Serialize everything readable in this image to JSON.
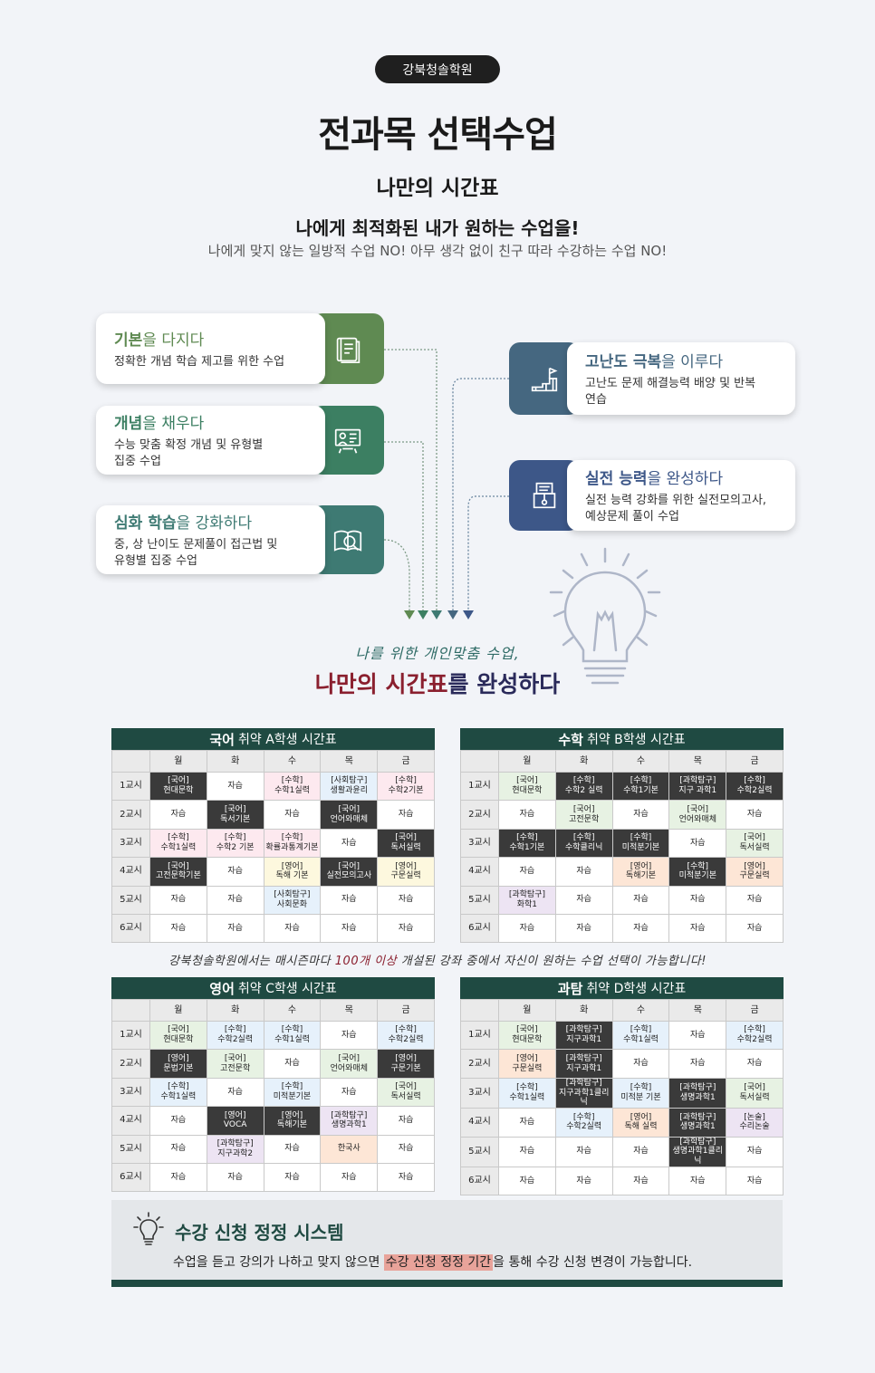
{
  "badge": "강북청솔학원",
  "title": "전과목 선택수업",
  "subtitle": "나만의 시간표",
  "headline": "나에게 최적화된 내가 원하는 수업을!",
  "subline": "나에게 맞지 않는 일방적 수업 NO! 아무 생각 없이 친구 따라 수강하는 수업 NO!",
  "colors": {
    "green1": "#5f8a52",
    "green2": "#3c7f62",
    "teal": "#3e7a73",
    "slate": "#456780",
    "navy": "#3d5788"
  },
  "cards": [
    {
      "bold": "기본",
      "rest": "을 다지다",
      "desc": "정확한 개념 학습 제고를 위한 수업",
      "icon": "book-icon",
      "color": "#5f8a52"
    },
    {
      "bold": "개념",
      "rest": "을 채우다",
      "desc": "수능 맞춤 확정 개념 및 유형별\n집중 수업",
      "icon": "teacher-board-icon",
      "color": "#3c7f62"
    },
    {
      "bold": "심화 학습",
      "rest": "을 강화하다",
      "desc": "중, 상 난이도 문제풀이 접근법 및\n유형별 집중 수업",
      "icon": "study-search-icon",
      "color": "#3e7a73"
    },
    {
      "bold": "고난도 극복",
      "rest": "을 이루다",
      "desc": "고난도 문제 해결능력 배양 및 반복\n연습",
      "icon": "stairs-flag-icon",
      "color": "#456780"
    },
    {
      "bold": "실전 능력",
      "rest": "을 완성하다",
      "desc": "실전 능력 강화를 위한 실전모의고사,\n예상문제 풀이 수업",
      "icon": "exam-paper-icon",
      "color": "#3d5788"
    }
  ],
  "slogan_small": "나를 위한 개인맞춤 수업,",
  "slogan_big_red": "나만의 시간표",
  "slogan_big_rest": "를 완성하다",
  "note": {
    "before": "강북청솔학원에서는 매시즌마다 ",
    "highlight": "100개 이상",
    "after": " 개설된 강좌 중에서 자신이 원하는 수업 선택이 가능합니다!"
  },
  "days": [
    "월",
    "화",
    "수",
    "목",
    "금"
  ],
  "periods": [
    "1교시",
    "2교시",
    "3교시",
    "4교시",
    "5교시",
    "6교시"
  ],
  "timetables": [
    {
      "subject": "국어",
      "title": "취약 A학생 시간표",
      "rows": [
        [
          [
            "[국어]\n현대문학",
            "dark"
          ],
          [
            "자습",
            ""
          ],
          [
            "[수학]\n수학1실력",
            "pink"
          ],
          [
            "[사회탐구]\n생활과윤리",
            "blue"
          ],
          [
            "[수학]\n수학2기본",
            "pink"
          ]
        ],
        [
          [
            "자습",
            ""
          ],
          [
            "[국어]\n독서기본",
            "dark"
          ],
          [
            "자습",
            ""
          ],
          [
            "[국어]\n언어와매체",
            "dark"
          ],
          [
            "자습",
            ""
          ]
        ],
        [
          [
            "[수학]\n수학1실력",
            "pink"
          ],
          [
            "[수학]\n수학2 기본",
            "pink"
          ],
          [
            "[수학]\n확률과통계기본",
            "pink"
          ],
          [
            "자습",
            ""
          ],
          [
            "[국어]\n독서실력",
            "dark"
          ]
        ],
        [
          [
            "[국어]\n고전문학기본",
            "dark"
          ],
          [
            "자습",
            ""
          ],
          [
            "[영어]\n독해 기본",
            "yellow"
          ],
          [
            "[국어]\n실전모의고사",
            "dark"
          ],
          [
            "[영어]\n구문실력",
            "yellow"
          ]
        ],
        [
          [
            "자습",
            ""
          ],
          [
            "자습",
            ""
          ],
          [
            "[사회탐구]\n사회문화",
            "blue"
          ],
          [
            "자습",
            ""
          ],
          [
            "자습",
            ""
          ]
        ],
        [
          [
            "자습",
            ""
          ],
          [
            "자습",
            ""
          ],
          [
            "자습",
            ""
          ],
          [
            "자습",
            ""
          ],
          [
            "자습",
            ""
          ]
        ]
      ]
    },
    {
      "subject": "수학",
      "title": "취약 B학생 시간표",
      "rows": [
        [
          [
            "[국어]\n현대문학",
            "green"
          ],
          [
            "[수학]\n수학2 실력",
            "dark"
          ],
          [
            "[수학]\n수학1기본",
            "dark"
          ],
          [
            "[과학탐구]\n지구 과학1",
            "dark"
          ],
          [
            "[수학]\n수학2실력",
            "dark"
          ]
        ],
        [
          [
            "자습",
            ""
          ],
          [
            "[국어]\n고전문학",
            "green"
          ],
          [
            "자습",
            ""
          ],
          [
            "[국어]\n언어와매체",
            "green"
          ],
          [
            "자습",
            ""
          ]
        ],
        [
          [
            "[수학]\n수학1기본",
            "dark"
          ],
          [
            "[수학]\n수학클리닉",
            "dark"
          ],
          [
            "[수학]\n미적분기본",
            "dark"
          ],
          [
            "자습",
            ""
          ],
          [
            "[국어]\n독서실력",
            "green"
          ]
        ],
        [
          [
            "자습",
            ""
          ],
          [
            "자습",
            ""
          ],
          [
            "[영어]\n독해기본",
            "orange"
          ],
          [
            "[수학]\n미적분기본",
            "dark"
          ],
          [
            "[영어]\n구문실력",
            "orange"
          ]
        ],
        [
          [
            "[과학탐구]\n화학1",
            "purple"
          ],
          [
            "자습",
            ""
          ],
          [
            "자습",
            ""
          ],
          [
            "자습",
            ""
          ],
          [
            "자습",
            ""
          ]
        ],
        [
          [
            "자습",
            ""
          ],
          [
            "자습",
            ""
          ],
          [
            "자습",
            ""
          ],
          [
            "자습",
            ""
          ],
          [
            "자습",
            ""
          ]
        ]
      ]
    },
    {
      "subject": "영어",
      "title": "취약 C학생 시간표",
      "rows": [
        [
          [
            "[국어]\n현대문학",
            "green"
          ],
          [
            "[수학]\n수학2실력",
            "blue"
          ],
          [
            "[수학]\n수학1실력",
            "blue"
          ],
          [
            "자습",
            ""
          ],
          [
            "[수학]\n수학2실력",
            "blue"
          ]
        ],
        [
          [
            "[영어]\n문법기본",
            "dark"
          ],
          [
            "[국어]\n고전문학",
            "green"
          ],
          [
            "자습",
            ""
          ],
          [
            "[국어]\n언어와매체",
            "green"
          ],
          [
            "[영어]\n구문기본",
            "dark"
          ]
        ],
        [
          [
            "[수학]\n수학1실력",
            "blue"
          ],
          [
            "자습",
            ""
          ],
          [
            "[수학]\n미적분기본",
            "blue"
          ],
          [
            "자습",
            ""
          ],
          [
            "[국어]\n독서실력",
            "green"
          ]
        ],
        [
          [
            "자습",
            ""
          ],
          [
            "[영어]\nVOCA",
            "dark"
          ],
          [
            "[영어]\n독해기본",
            "dark"
          ],
          [
            "[과학탐구]\n생명과학1",
            "purple"
          ],
          [
            "자습",
            ""
          ]
        ],
        [
          [
            "자습",
            ""
          ],
          [
            "[과학탐구]\n지구과학2",
            "purple"
          ],
          [
            "자습",
            ""
          ],
          [
            "한국사",
            "orange"
          ],
          [
            "자습",
            ""
          ]
        ],
        [
          [
            "자습",
            ""
          ],
          [
            "자습",
            ""
          ],
          [
            "자습",
            ""
          ],
          [
            "자습",
            ""
          ],
          [
            "자습",
            ""
          ]
        ]
      ]
    },
    {
      "subject": "과탐",
      "title": "취약 D학생 시간표",
      "rows": [
        [
          [
            "[국어]\n현대문학",
            "green"
          ],
          [
            "[과학탐구]\n지구과학1",
            "dark"
          ],
          [
            "[수학]\n수학1실력",
            "blue"
          ],
          [
            "자습",
            ""
          ],
          [
            "[수학]\n수학2실력",
            "blue"
          ]
        ],
        [
          [
            "[영어]\n구문실력",
            "orange"
          ],
          [
            "[과학탐구]\n지구과학1",
            "dark"
          ],
          [
            "자습",
            ""
          ],
          [
            "자습",
            ""
          ],
          [
            "자습",
            ""
          ]
        ],
        [
          [
            "[수학]\n수학1실력",
            "blue"
          ],
          [
            "[과학탐구]\n지구과학1클리닉",
            "dark"
          ],
          [
            "[수학]\n미적분 기본",
            "blue"
          ],
          [
            "[과학탐구]\n생명과학1",
            "dark"
          ],
          [
            "[국어]\n독서실력",
            "green"
          ]
        ],
        [
          [
            "자습",
            ""
          ],
          [
            "[수학]\n수학2실력",
            "blue"
          ],
          [
            "[영어]\n독해 실력",
            "orange"
          ],
          [
            "[과학탐구]\n생명과학1",
            "dark"
          ],
          [
            "[논술]\n수리논술",
            "purple"
          ]
        ],
        [
          [
            "자습",
            ""
          ],
          [
            "자습",
            ""
          ],
          [
            "자습",
            ""
          ],
          [
            "[과학탐구]\n생명과학1클리닉",
            "dark"
          ],
          [
            "자습",
            ""
          ]
        ],
        [
          [
            "자습",
            ""
          ],
          [
            "자습",
            ""
          ],
          [
            "자습",
            ""
          ],
          [
            "자습",
            ""
          ],
          [
            "자습",
            ""
          ]
        ]
      ]
    }
  ],
  "system": {
    "title": "수강 신청 정정 시스템",
    "desc_before": "수업을 듣고 강의가 나하고 맞지 않으면 ",
    "desc_highlight": "수강 신청 정정 기간",
    "desc_after": "을 통해 수강 신청 변경이 가능합니다.",
    "icon": "lightbulb-icon"
  }
}
